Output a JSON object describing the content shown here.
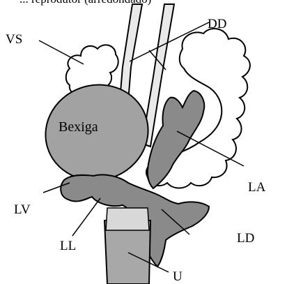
{
  "header_fragment": "... reprodutor (arredondado)",
  "labels": {
    "vs": "VS",
    "dd": "DD",
    "bexiga": "Bexiga",
    "la": "LA",
    "lv": "LV",
    "ll": "LL",
    "ld": "LD",
    "u": "U"
  },
  "colors": {
    "bladder": "#a2a2a2",
    "lobe": "#8a8a8a",
    "vesicle": "#ffffff",
    "duct": "#e9e9e9",
    "urethra": "#a8a8a8"
  }
}
